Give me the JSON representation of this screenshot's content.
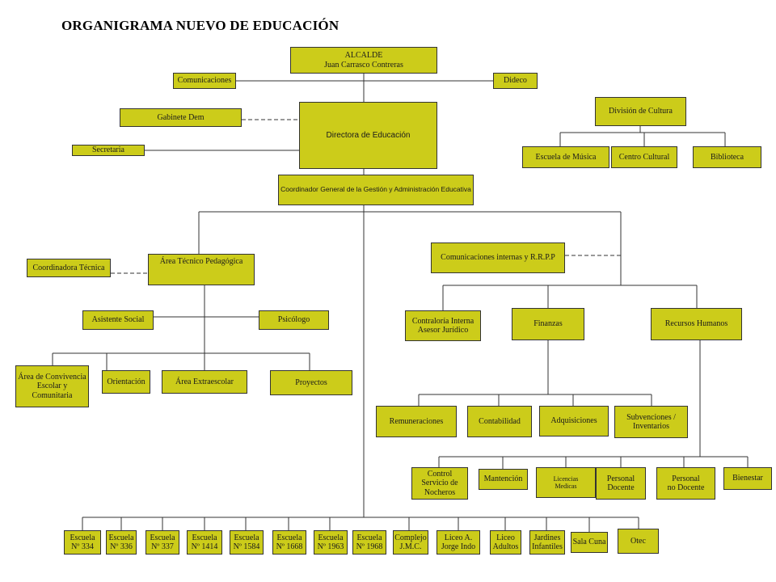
{
  "title": "ORGANIGRAMA NUEVO DE EDUCACIÓN",
  "colors": {
    "box_fill": "#cccc1a",
    "line": "#333333"
  },
  "nodes": {
    "alcalde": "ALCALDE\nJuan Carrasco Contreras",
    "comunicaciones": "Comunicaciones",
    "dideco": "Dideco",
    "gabinete": "Gabinete Dem",
    "secretaria": "Secretaria",
    "directora": "Directora de Educación",
    "cultura": "División de Cultura",
    "musica": "Escuela de Música",
    "centro_cultural": "Centro Cultural",
    "biblioteca": "Biblioteca",
    "coordinador": "Coordinador General de la Gestión y Administración Educativa",
    "coord_tecnica": "Coordinadora Técnica",
    "area_tecnico": "Área Técnico Pedagógica",
    "comunic_internas": "Comunicaciones internas y R.R.P.P",
    "asistente": "Asistente Social",
    "psicologo": "Psicólogo",
    "contraloria": "Contraloría Interna\nAsesor Jurídico",
    "finanzas": "Finanzas",
    "rrhh": "Recursos Humanos",
    "convivencia": "Área de Convivencia\nEscolar y\nComunitaria",
    "orientacion": "Orientación",
    "extraescolar": "Área Extraescolar",
    "proyectos": "Proyectos",
    "remuneraciones": "Remuneraciones",
    "contabilidad": "Contabilidad",
    "adquisiciones": "Adquisiciones",
    "subvenciones": "Subvenciones /\nInventarios",
    "control": "Control\nServicio de\nNocheros",
    "mantencion": "Mantención",
    "licencias": "Licencias\nMedicas",
    "personal_docente": "Personal\nDocente",
    "personal_no_docente": "Personal\nno Docente",
    "bienestar": "Bienestar",
    "esc334": "Escuela\nNº 334",
    "esc336": "Escuela\nNº 336",
    "esc337": "Escuela\nNº 337",
    "esc1414": "Escuela\nNº 1414",
    "esc1584": "Escuela\nNº 1584",
    "esc1668": "Escuela\nNº 1668",
    "esc1963": "Escuela\nNº 1963",
    "esc1968": "Escuela\nNº 1968",
    "complejo": "Complejo\nJ.M.C.",
    "liceo_jorge": "Liceo A.\nJorge Indo",
    "liceo_adultos": "Liceo\nAdultos",
    "jardines": "Jardines\nInfantiles",
    "sala_cuna": "Sala Cuna",
    "otec": "Otec"
  }
}
